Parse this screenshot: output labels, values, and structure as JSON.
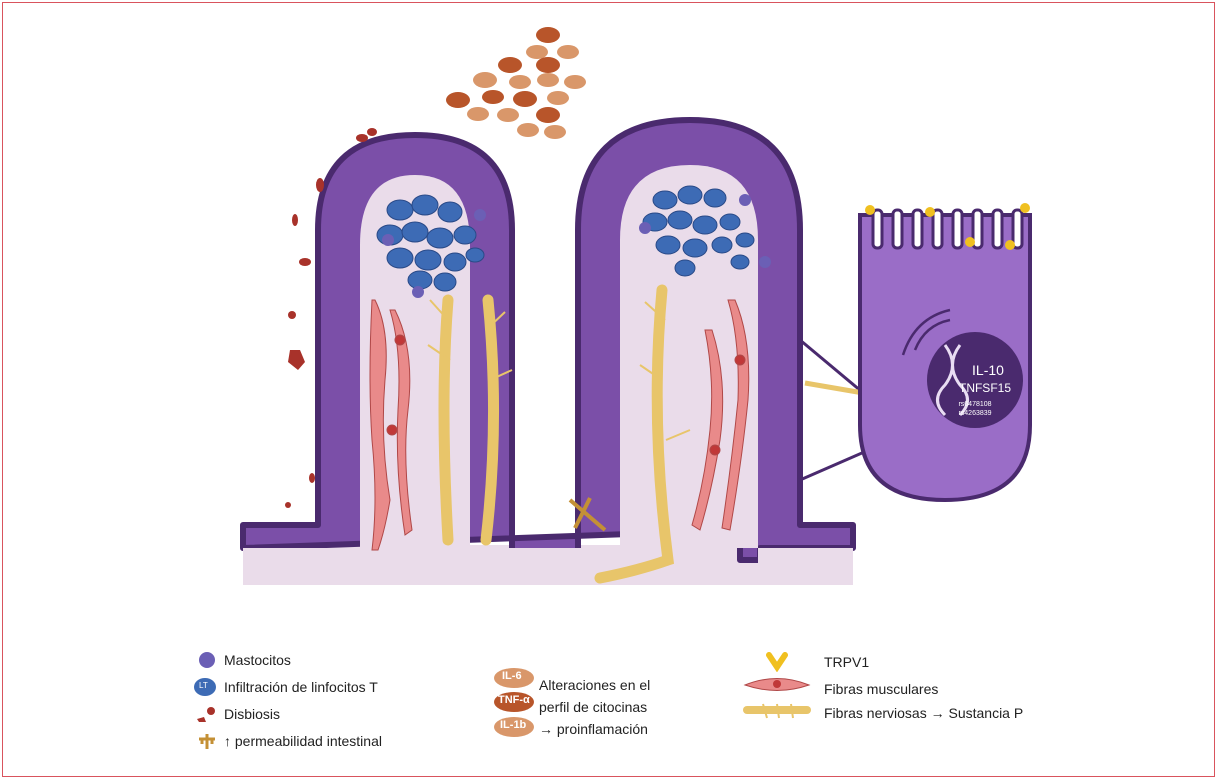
{
  "colors": {
    "epithelium": "#7b4fa8",
    "epithelium_dark": "#4a2a6e",
    "lamina": "#eadcea",
    "nerve": "#e8c56a",
    "muscle": "#e98a8a",
    "lymphocyte": "#3d6bb5",
    "mast_cell": "#6b5fb5",
    "microbiota": "#a8322a",
    "cytokine_dark": "#b8552a",
    "cytokine_light": "#d9976a",
    "trpv1": "#f0c020",
    "frame": "#d9535d"
  },
  "cell_detail": {
    "genes": [
      "IL-10",
      "TNFSF15"
    ],
    "snps": [
      "rs6478108",
      "rs4263839"
    ]
  },
  "cytokine_labels": [
    "TNF-α",
    "IL-6",
    "IL-1b"
  ],
  "legend": {
    "mastocitos": "Mastocitos",
    "linfocitos": "Infiltración de linfocitos T",
    "linfocito_icon_text": "LT",
    "disbiosis": "Disbiosis",
    "permeabilidad": "↑ permeabilidad intestinal",
    "cyt_il6": "IL-6",
    "cyt_tnf": "TNF-α",
    "cyt_il1b": "IL-1b",
    "citocinas_line1": "Alteraciones en el",
    "citocinas_line2": "perfil de citocinas",
    "citocinas_line3": "→ proinflamación",
    "trpv1": "TRPV1",
    "musculares": "Fibras musculares",
    "nerviosas": "Fibras nerviosas → Sustancia P"
  }
}
